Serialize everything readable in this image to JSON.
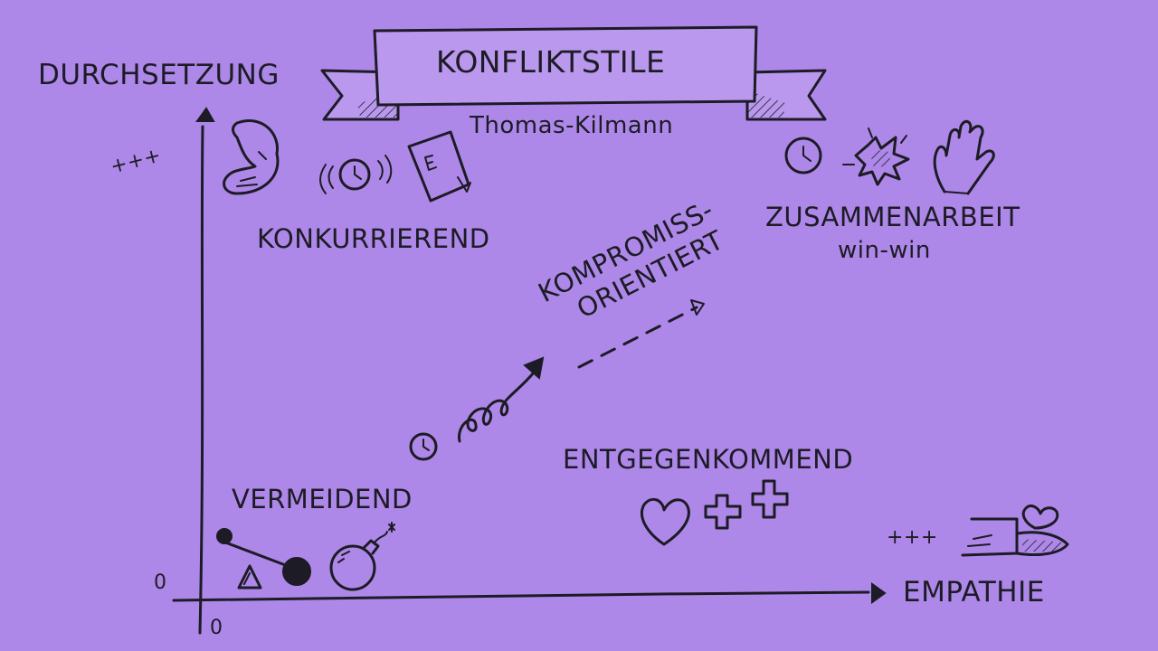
{
  "title": "KONFLIKTSTILE",
  "subtitle": "Thomas-Kilmann",
  "axes": {
    "y_label": "DURCHSETZUNG",
    "x_label": "EMPATHIE",
    "y_high": "+++",
    "x_high": "+++",
    "y_zero": "0",
    "x_zero": "0"
  },
  "styles": {
    "competing": "KONKURRIEREND",
    "collaborating": "ZUSAMMENARBEIT",
    "collaborating_note": "win-win",
    "compromising_line1": "KOMPROMISS-",
    "compromising_line2": "ORIENTIERT",
    "accommodating": "ENTGEGENKOMMEND",
    "avoiding": "VERMEIDEND"
  },
  "icons": [
    "flexed-arm-icon",
    "clock-icon",
    "document-icon",
    "star-burst-icon",
    "hand-icon",
    "spiral-arrow-icon",
    "heart-icon",
    "plus-icon",
    "seesaw-icon",
    "bomb-icon",
    "giving-hand-heart-icon"
  ],
  "colors": {
    "background": "#ad88e9",
    "ink": "#1d1b25",
    "banner": "#b998ee"
  }
}
